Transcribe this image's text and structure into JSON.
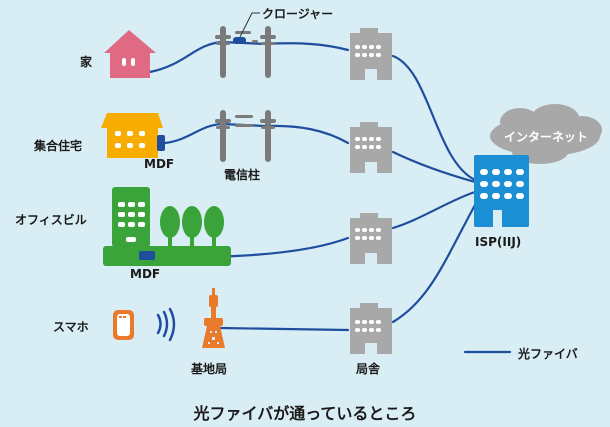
{
  "title": "光ファイバが通っているところ",
  "colors": {
    "background": "#d9edf4",
    "fiber": "#1f4e9e",
    "house": "#e06a83",
    "apartment": "#f6ac00",
    "office": "#3aa33a",
    "phone": "#e87a2a",
    "tower": "#e87a2a",
    "station": "#a8a8a8",
    "isp": "#1b8ed4",
    "cloud": "#a8a8a8",
    "pole": "#7a7a7a"
  },
  "sources": [
    {
      "label": "家"
    },
    {
      "label": "集合住宅",
      "sub_label": "MDF"
    },
    {
      "label": "オフィスビル",
      "sub_label": "MDF"
    },
    {
      "label": "スマホ"
    }
  ],
  "intermediate": {
    "closure_label": "クロージャー",
    "pole_label": "電信柱",
    "tower_label": "基地局",
    "station_label": "局舎"
  },
  "isp": {
    "label": "ISP(IIJ)"
  },
  "internet": {
    "label": "インターネット"
  },
  "legend": {
    "fiber_label": "光ファイバ"
  }
}
